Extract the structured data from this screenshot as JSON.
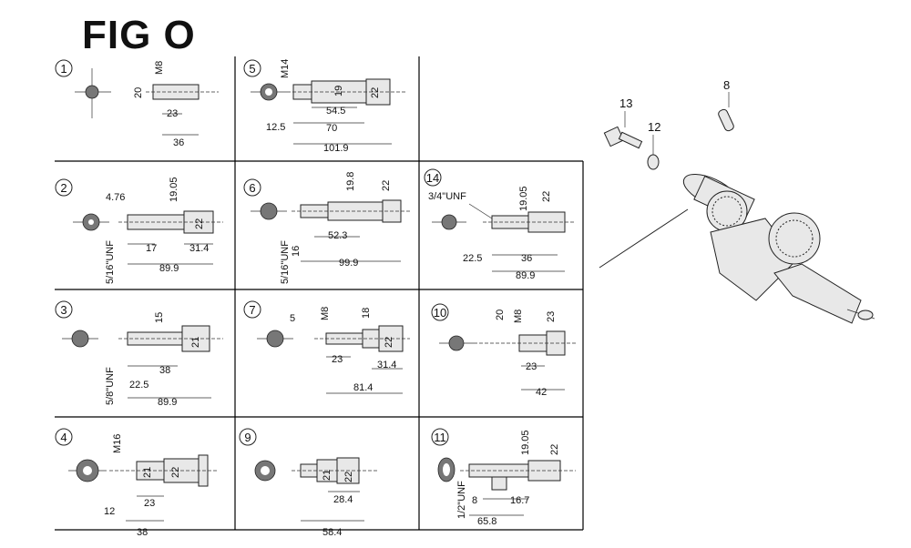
{
  "title": "FIG O",
  "panels": {
    "p1": {
      "num": "1",
      "dims": [
        "M8",
        "20",
        "23",
        "36"
      ]
    },
    "p2": {
      "num": "2",
      "dims": [
        "4.76",
        "19.05",
        "22",
        "17",
        "31.4",
        "89.9",
        "5/16\"UNF"
      ]
    },
    "p3": {
      "num": "3",
      "dims": [
        "15",
        "21",
        "38",
        "22.5",
        "89.9",
        "5/8\"UNF"
      ]
    },
    "p4": {
      "num": "4",
      "dims": [
        "M16",
        "21",
        "22",
        "23",
        "12",
        "38"
      ]
    },
    "p5": {
      "num": "5",
      "dims": [
        "M14",
        "19",
        "22",
        "54.5",
        "70",
        "12.5",
        "101.9"
      ]
    },
    "p6": {
      "num": "6",
      "dims": [
        "19.8",
        "22",
        "52.3",
        "16",
        "99.9",
        "5/16\"UNF"
      ]
    },
    "p7": {
      "num": "7",
      "dims": [
        "5",
        "M8",
        "18",
        "22",
        "23",
        "31.4",
        "81.4"
      ]
    },
    "p9": {
      "num": "9",
      "dims": [
        "21",
        "22",
        "28.4",
        "58.4"
      ]
    },
    "p10": {
      "num": "10",
      "dims": [
        "20",
        "M8",
        "23",
        "23",
        "42"
      ]
    },
    "p11": {
      "num": "11",
      "dims": [
        "19.05",
        "22",
        "8",
        "16.7",
        "65.8",
        "1/2\"UNF"
      ]
    },
    "p14": {
      "num": "14",
      "dims": [
        "3/4\"UNF",
        "19.05",
        "22",
        "22.5",
        "36",
        "89.9"
      ]
    }
  },
  "callouts": {
    "c13": "13",
    "c12": "12",
    "c8": "8"
  }
}
